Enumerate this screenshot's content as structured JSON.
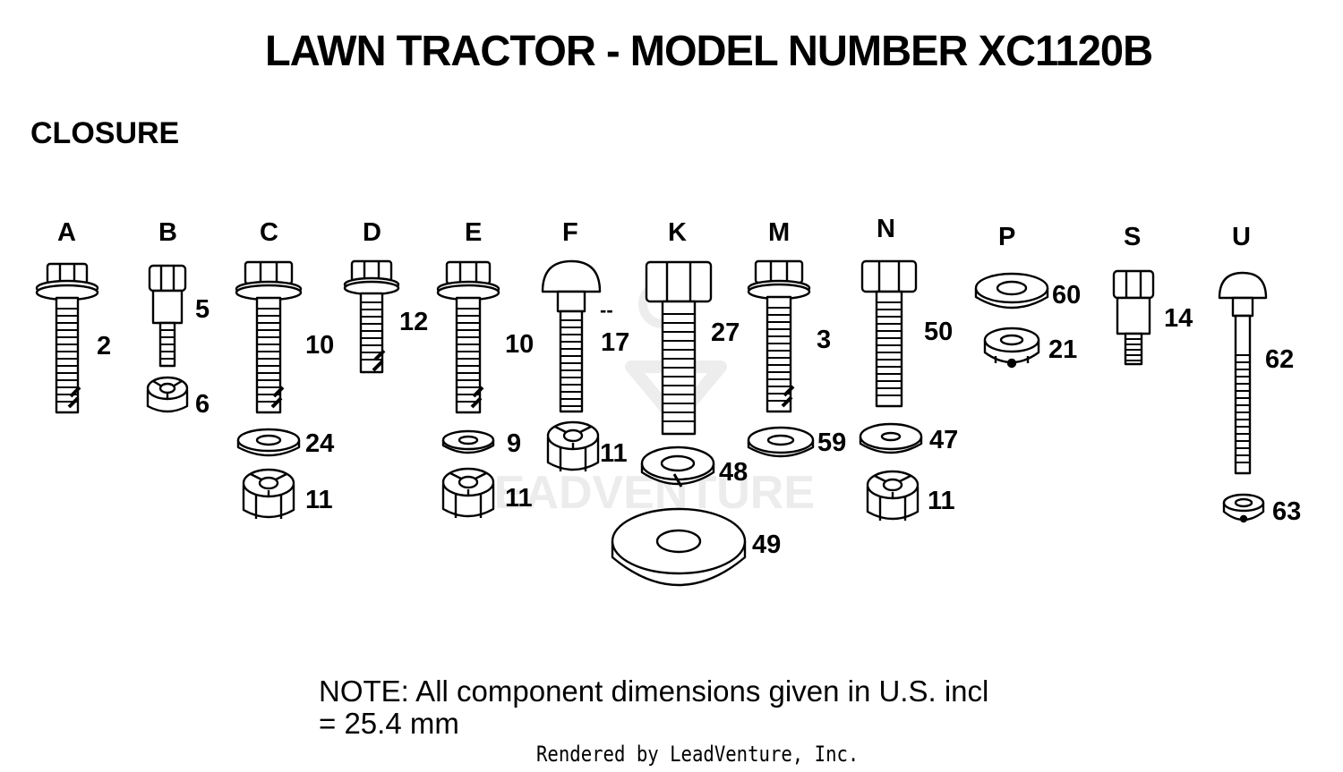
{
  "title": "LAWN TRACTOR - MODEL NUMBER XC1120B",
  "section_label": "CLOSURE",
  "watermark": "LEADVENTURE",
  "columns": [
    {
      "letter": "A",
      "parts": [
        "2"
      ]
    },
    {
      "letter": "B",
      "parts": [
        "5",
        "6"
      ]
    },
    {
      "letter": "C",
      "parts": [
        "10",
        "24",
        "11"
      ]
    },
    {
      "letter": "D",
      "parts": [
        "12"
      ]
    },
    {
      "letter": "E",
      "parts": [
        "10",
        "9",
        "11"
      ]
    },
    {
      "letter": "F",
      "parts": [
        "17",
        "11"
      ],
      "part_prefix": "--"
    },
    {
      "letter": "K",
      "parts": [
        "27",
        "48",
        "49"
      ]
    },
    {
      "letter": "M",
      "parts": [
        "3",
        "59"
      ]
    },
    {
      "letter": "N",
      "parts": [
        "50",
        "47",
        "11"
      ]
    },
    {
      "letter": "P",
      "parts": [
        "60",
        "21"
      ]
    },
    {
      "letter": "S",
      "parts": [
        "14"
      ]
    },
    {
      "letter": "U",
      "parts": [
        "62",
        "63"
      ]
    }
  ],
  "note_line1": "NOTE:  All component dimensions given in U.S. incl",
  "note_line2": "= 25.4 mm",
  "rendered_by": "Rendered by LeadVenture, Inc.",
  "icons": [
    "hex-bolt-icon",
    "carriage-bolt-icon",
    "shoulder-bolt-icon",
    "flat-washer-icon",
    "lock-washer-icon",
    "lock-nut-icon",
    "flange-nut-icon"
  ]
}
